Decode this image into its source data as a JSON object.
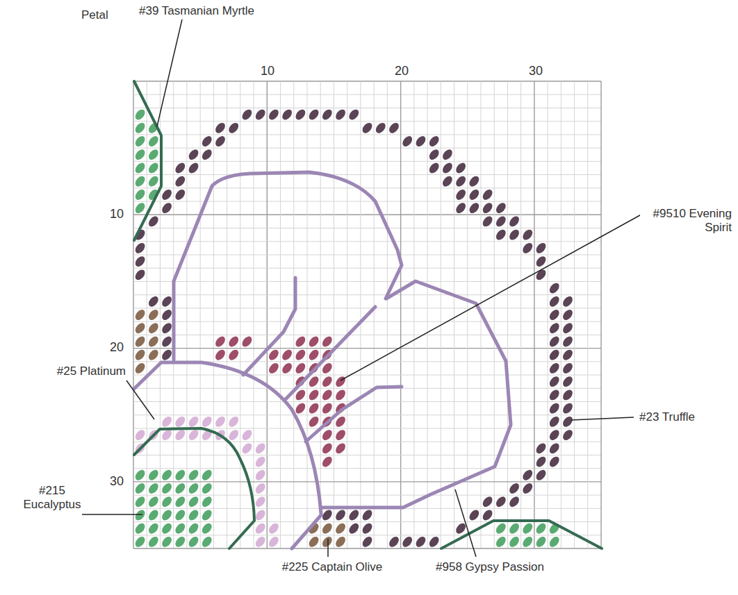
{
  "diagram": {
    "title": "Petal",
    "labels": [
      "10",
      "20",
      "30",
      "10",
      "20",
      "30",
      "#39 Tasmanian Myrtle",
      "#9510 Evening Spirit",
      "#25 Platinum",
      "#23 Truffle",
      "#215 Eucalyptus",
      "#225 Captain Olive",
      "#958 Gypsy Passion"
    ]
  }
}
